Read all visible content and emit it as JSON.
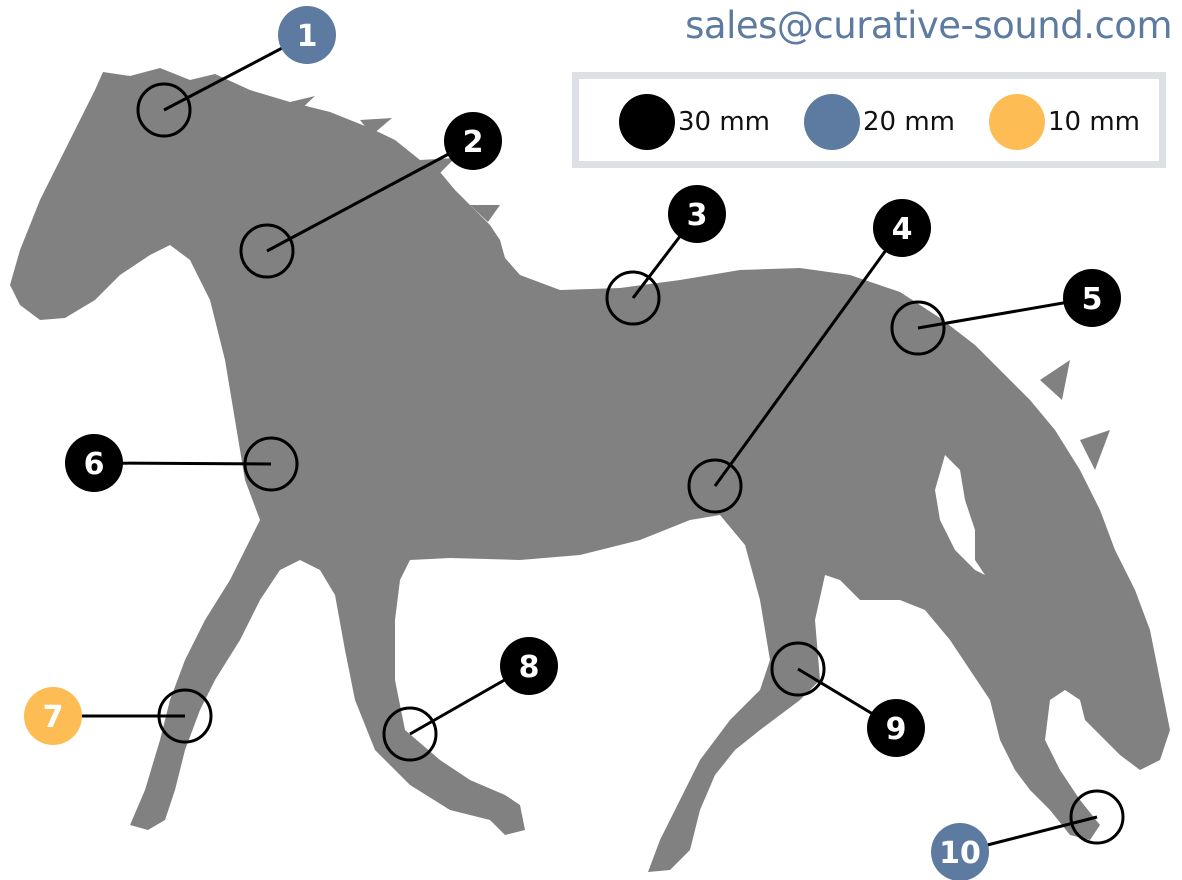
{
  "contact": {
    "email": "sales@curative-sound.com"
  },
  "colors": {
    "silhouette": "#818181",
    "large": "#000000",
    "medium": "#5d7ba0",
    "small": "#fdbc54",
    "text_on_dark": "#ffffff",
    "text_on_light": "#ffffff"
  },
  "legend": [
    {
      "size_key": "large",
      "label": "30 mm"
    },
    {
      "size_key": "medium",
      "label": "20 mm"
    },
    {
      "size_key": "small",
      "label": "10 mm"
    }
  ],
  "points": [
    {
      "number": "1",
      "size_key": "medium"
    },
    {
      "number": "2",
      "size_key": "large"
    },
    {
      "number": "3",
      "size_key": "large"
    },
    {
      "number": "4",
      "size_key": "large"
    },
    {
      "number": "5",
      "size_key": "large"
    },
    {
      "number": "6",
      "size_key": "large"
    },
    {
      "number": "7",
      "size_key": "small"
    },
    {
      "number": "8",
      "size_key": "large"
    },
    {
      "number": "9",
      "size_key": "large"
    },
    {
      "number": "10",
      "size_key": "medium"
    }
  ]
}
